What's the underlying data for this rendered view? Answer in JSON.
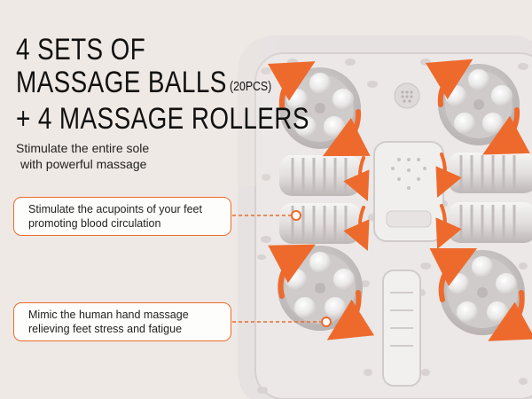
{
  "headline": {
    "line1": "4 SETS OF",
    "line2": "MASSAGE BALLS",
    "line2_note": "(20PCS)",
    "line3": "+ 4 MASSAGE ROLLERS"
  },
  "subcopy": {
    "line1": "Stimulate the entire sole",
    "line2": "with powerful massage"
  },
  "callouts": [
    {
      "line1": "Stimulate the acupoints of your feet",
      "line2": "promoting blood circulation"
    },
    {
      "line1": "Mimic the human hand massage",
      "line2": "relieving feet stress and fatigue"
    }
  ],
  "colors": {
    "accent": "#ee6a2c",
    "basin": "#e7e3e2",
    "background": "#efe9e5"
  }
}
